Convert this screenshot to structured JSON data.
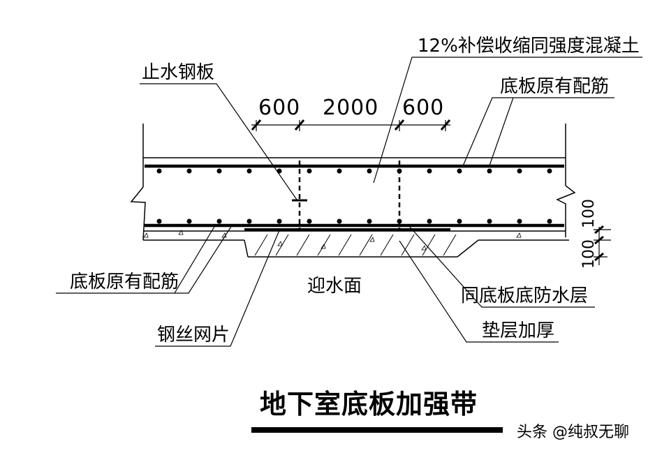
{
  "labels": {
    "concrete": "12%补偿收缩同强度混凝土",
    "water_stop": "止水钢板",
    "rebar_top": "底板原有配筋",
    "rebar_bottom": "底板原有配筋",
    "wire_mesh": "钢丝网片",
    "water_face": "迎水面",
    "waterproof": "同底板底防水层",
    "cushion": "垫层加厚"
  },
  "dimensions": {
    "left": "600",
    "middle": "2000",
    "right": "600",
    "thickness_1": "100",
    "thickness_2": "100"
  },
  "title": "地下室底板加强带",
  "watermark": "头条 @纯叔无聊"
}
